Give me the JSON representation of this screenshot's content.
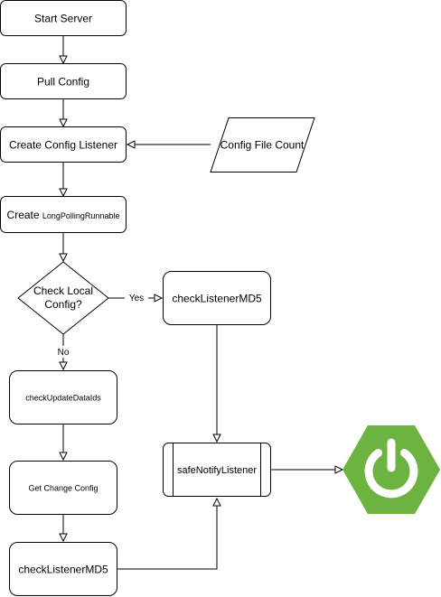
{
  "nodes": {
    "start_server": "Start Server",
    "pull_config": "Pull Config",
    "create_config_listener": "Create Config Listener",
    "config_file_count": "Config File Count",
    "create_long_polling_prefix": "Create ",
    "create_long_polling_name": "LongPollingRunnable",
    "check_local_config_line1": "Check Local",
    "check_local_config_line2": "Config?",
    "check_listener_md5_top": "checkListenerMD5",
    "check_update_data_ids": "checkUpdateDataIds",
    "get_change_config": "Get Change Config",
    "safe_notify_listener": "safeNotifyListener",
    "check_listener_md5_bottom": "checkListenerMD5"
  },
  "edge_labels": {
    "yes": "Yes",
    "no": "No"
  },
  "colors": {
    "stroke": "#000000",
    "fill": "#ffffff",
    "spring_hexagon": "#6db33f",
    "spring_icon": "#ffffff"
  },
  "icons": {
    "spring_logo": "power-icon"
  }
}
